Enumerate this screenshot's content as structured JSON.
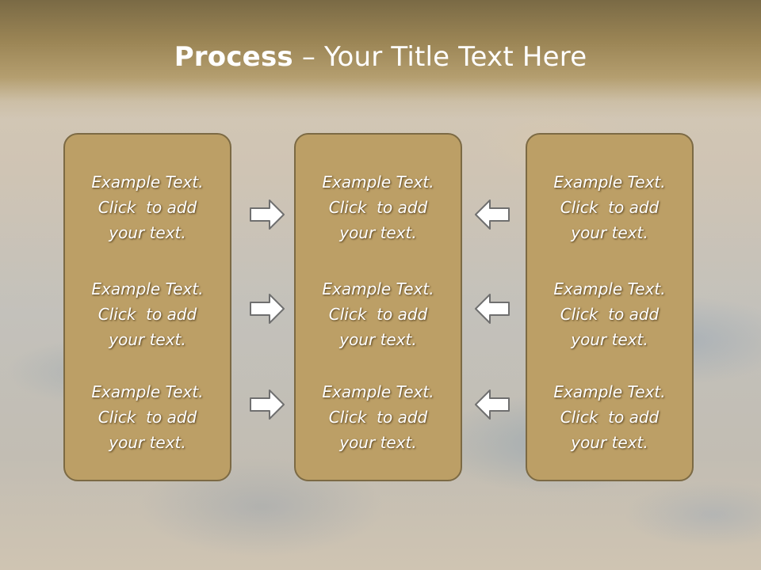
{
  "title": {
    "bold": "Process",
    "rest": " – Your Title Text Here"
  },
  "panels": [
    {
      "blocks": [
        {
          "l1": "Example Text.",
          "l2": "Click  to add",
          "l3": "your text."
        },
        {
          "l1": "Example Text.",
          "l2": "Click  to add",
          "l3": "your text."
        },
        {
          "l1": "Example Text.",
          "l2": "Click  to add",
          "l3": "your text."
        }
      ]
    },
    {
      "blocks": [
        {
          "l1": "Example Text.",
          "l2": "Click  to add",
          "l3": "your text."
        },
        {
          "l1": "Example Text.",
          "l2": "Click  to add",
          "l3": "your text."
        },
        {
          "l1": "Example Text.",
          "l2": "Click  to add",
          "l3": "your text."
        }
      ]
    },
    {
      "blocks": [
        {
          "l1": "Example Text.",
          "l2": "Click  to add",
          "l3": "your text."
        },
        {
          "l1": "Example Text.",
          "l2": "Click  to add",
          "l3": "your text."
        },
        {
          "l1": "Example Text.",
          "l2": "Click  to add",
          "l3": "your text."
        }
      ]
    }
  ],
  "arrows": {
    "left_column": "arrow-right-icon",
    "right_column": "arrow-left-icon",
    "fill": "#ffffff",
    "stroke": "#6f6f6f"
  },
  "colors": {
    "panel_fill": "#bc9f66",
    "panel_border": "#7c6a44",
    "title_band": "#9b8555"
  }
}
